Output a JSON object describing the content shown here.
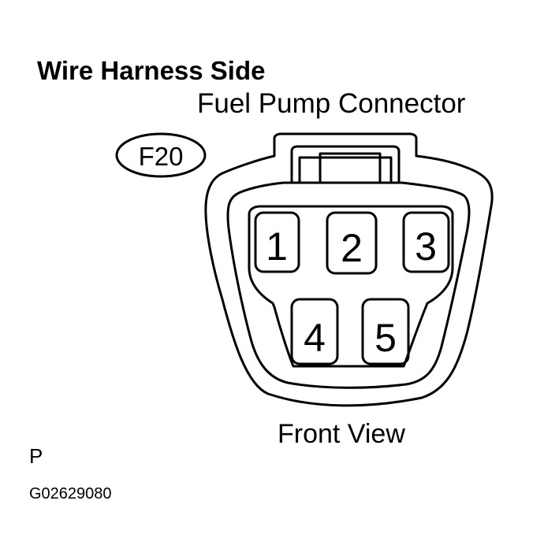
{
  "heading": {
    "title": "Wire Harness Side",
    "subtitle": "Fuel Pump Connector"
  },
  "connector": {
    "code": "F20",
    "pins": [
      "1",
      "2",
      "3",
      "4",
      "5"
    ],
    "view_label": "Front View"
  },
  "footer": {
    "p_code": "P",
    "figure_id": "G02629080"
  }
}
